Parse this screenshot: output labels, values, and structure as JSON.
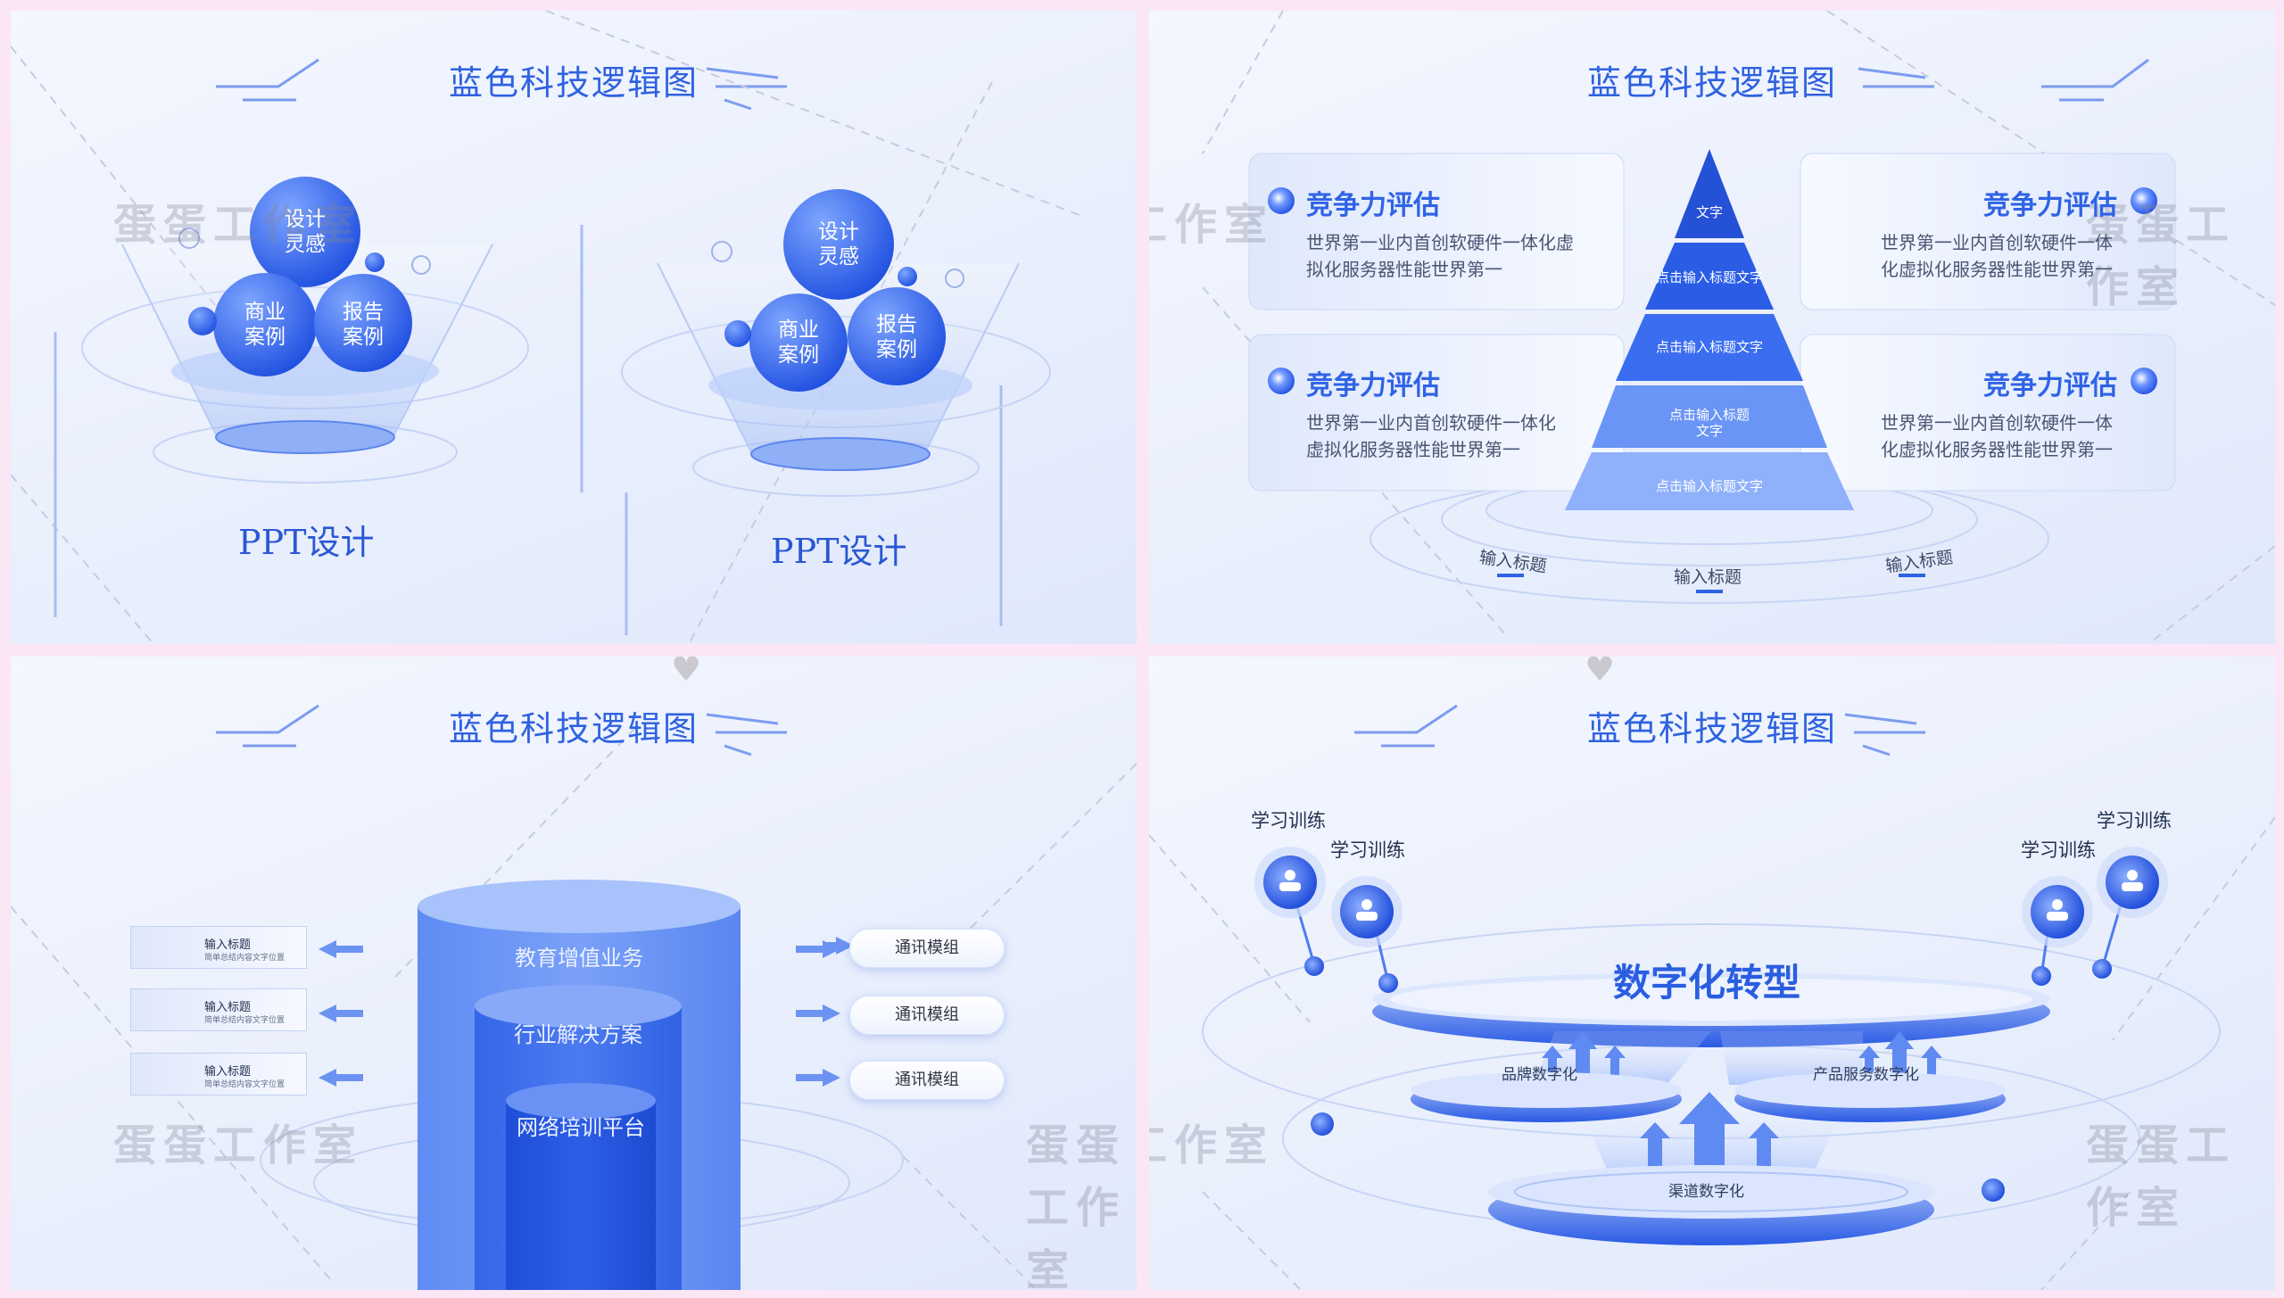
{
  "slide_title": "蓝色科技逻辑图",
  "watermark": "蛋蛋工作室",
  "heart_icon": "heart-icon",
  "colors": {
    "primary_blue": "#2f62e0",
    "deep_blue": "#1d4fd8",
    "light_blue": "#cdddfb",
    "background": "#eef3fd",
    "frame_pink": "#fbe6f6"
  },
  "slide1": {
    "groups": [
      {
        "bubble_top": "设计\n灵感",
        "bubble_left": "商业\n案例",
        "bubble_right": "报告\n案例",
        "label": "PPT设计"
      },
      {
        "bubble_top": "设计\n灵感",
        "bubble_left": "商业\n案例",
        "bubble_right": "报告\n案例",
        "label": "PPT设计"
      }
    ]
  },
  "slide2": {
    "cards": [
      {
        "title": "竞争力评估",
        "desc_line1": "世界第一业内首创软硬件一体化虚",
        "desc_line2": "拟化服务器性能世界第一"
      },
      {
        "title": "竞争力评估",
        "desc_line1": "世界第一业内首创软硬件一体",
        "desc_line2": "化虚拟化服务器性能世界第一"
      },
      {
        "title": "竞争力评估",
        "desc_line1": "世界第一业内首创软硬件一体化",
        "desc_line2": "虚拟化服务器性能世界第一"
      },
      {
        "title": "竞争力评估",
        "desc_line1": "世界第一业内首创软硬件一体",
        "desc_line2": "化虚拟化服务器性能世界第一"
      }
    ],
    "pyramid_layers": [
      "文字",
      "点击输入标题文字",
      "点击输入标题文字",
      "点击输入标题\n文字",
      "点击输入标题文字"
    ],
    "base_labels": [
      "输入标题",
      "输入标题",
      "输入标题"
    ]
  },
  "slide3": {
    "input_items": [
      {
        "title": "输入标题",
        "subtitle": "简单总结内容文字位置"
      },
      {
        "title": "输入标题",
        "subtitle": "简单总结内容文字位置"
      },
      {
        "title": "输入标题",
        "subtitle": "简单总结内容文字位置"
      }
    ],
    "cylinder_layers": [
      "教育增值业务",
      "行业解决方案",
      "网络培训平台"
    ],
    "modules": [
      "通讯模组",
      "通讯模组",
      "通讯模组"
    ]
  },
  "slide4": {
    "node_labels": [
      "学习训练",
      "学习训练",
      "学习训练",
      "学习训练"
    ],
    "main_title": "数字化转型",
    "platform_left": "品牌数字化",
    "platform_right": "产品服务数字化",
    "platform_bottom": "渠道数字化"
  }
}
